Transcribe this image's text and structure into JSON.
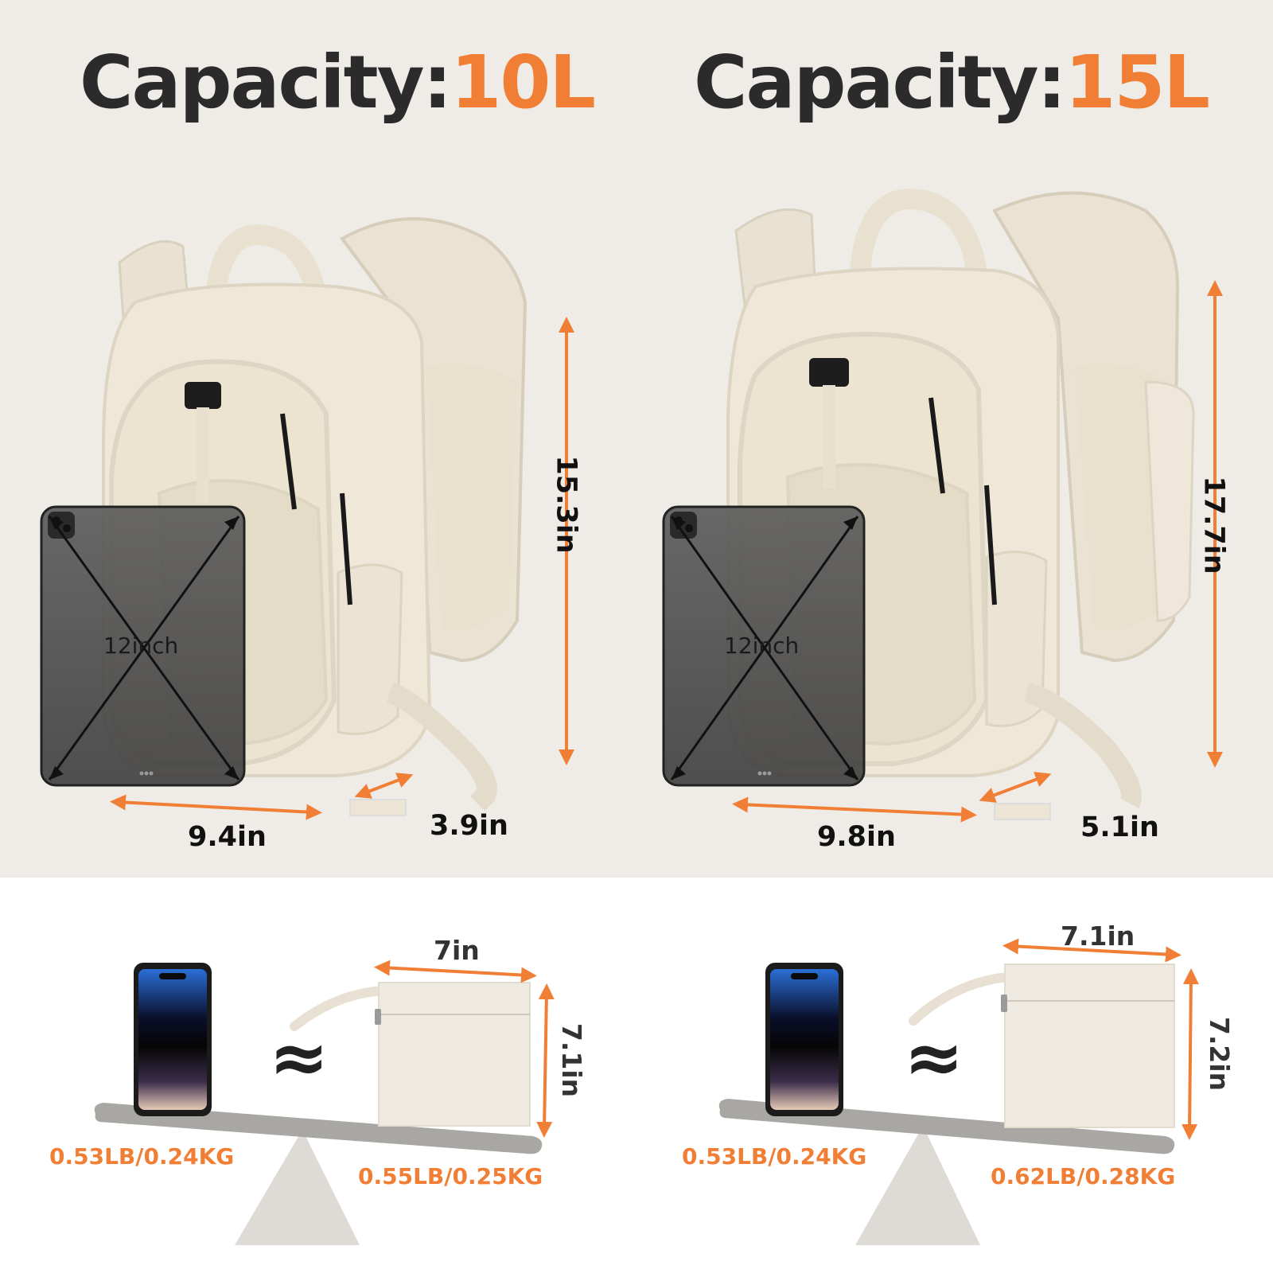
{
  "colors": {
    "accent": "#f07f35",
    "text_dark": "#2b2b2b",
    "background_top": "#efece8",
    "bag_beige": "#ece4d6"
  },
  "panels": [
    {
      "title_prefix": "Capacity:",
      "capacity": "10L",
      "height": "15.3in",
      "width": "9.4in",
      "depth": "3.9in",
      "tablet_label": "12inch",
      "pouch": {
        "width": "7in",
        "height": "7.1in"
      },
      "phone_weight": "0.53LB/0.24KG",
      "pouch_weight": "0.55LB/0.25KG",
      "approx_symbol": "≈"
    },
    {
      "title_prefix": "Capacity:",
      "capacity": "15L",
      "height": "17.7in",
      "width": "9.8in",
      "depth": "5.1in",
      "tablet_label": "12inch",
      "pouch": {
        "width": "7.1in",
        "height": "7.2in"
      },
      "phone_weight": "0.53LB/0.24KG",
      "pouch_weight": "0.62LB/0.28KG",
      "approx_symbol": "≈"
    }
  ],
  "icons": [
    "backpack-illustration",
    "tablet-icon",
    "phone-icon",
    "pouch-illustration",
    "seesaw-icon",
    "double-arrow-icon"
  ]
}
